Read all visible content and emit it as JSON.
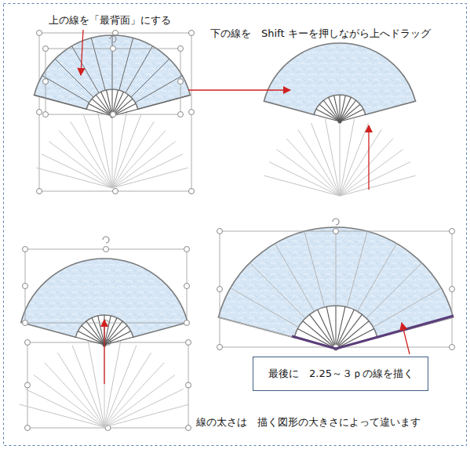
{
  "diagram": {
    "nodes": [
      {
        "text": [
          "最後に　2.25～３ｐの線を描く"
        ]
      }
    ],
    "labels": [
      "上の線を「最背面」にする",
      "下の線を　Shift キーを押しながら上へドラッグ",
      "線の太さは　描く図形の大きさによって違います"
    ]
  }
}
